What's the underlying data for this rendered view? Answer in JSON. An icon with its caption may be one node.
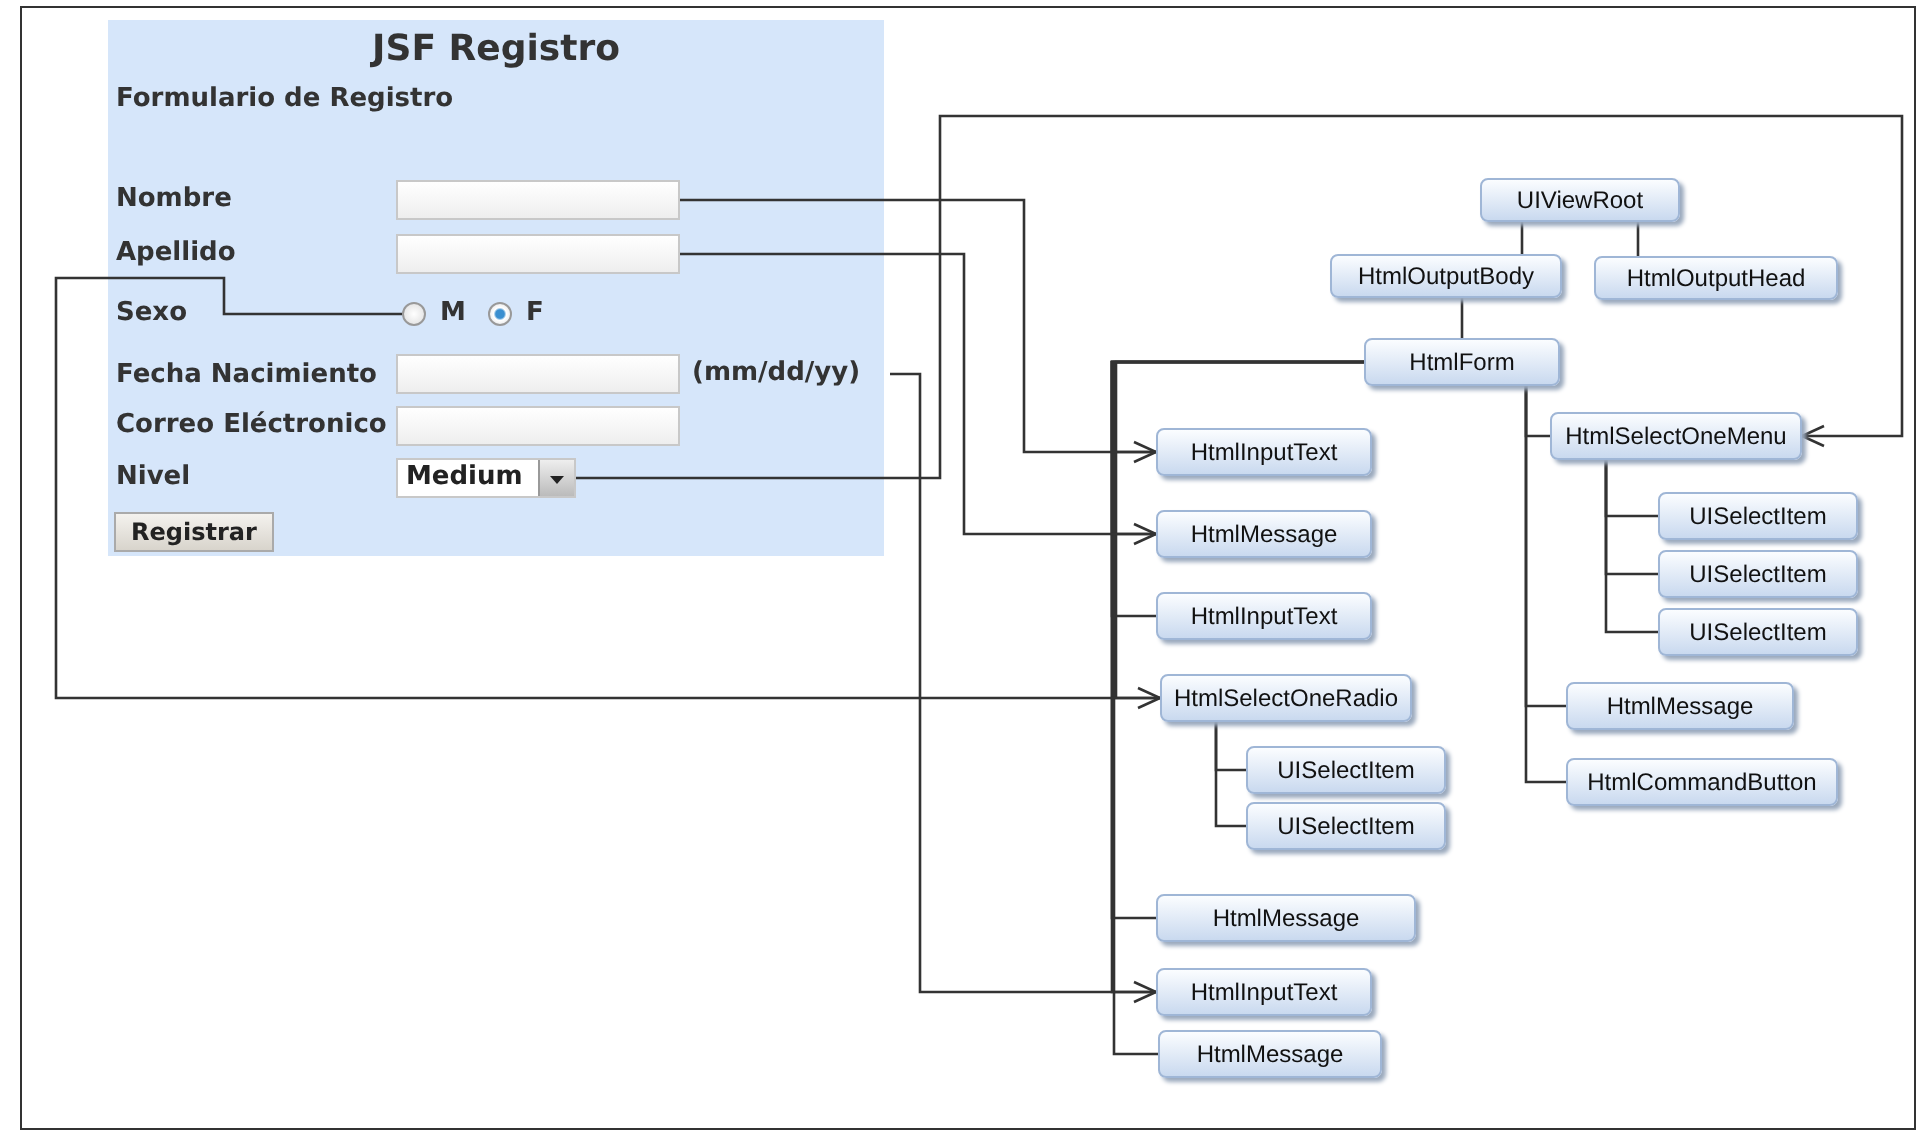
{
  "diagram": {
    "nodes": [
      {
        "text": [
          "JSF Registro",
          "Formulario de Registro"
        ]
      },
      {
        "text": [],
        "shape": "box",
        "in": 0
      },
      {
        "text": [],
        "shape": "box",
        "in": 0
      },
      {
        "text": [],
        "shape": "circle",
        "in": 0,
        "beside": [
          "M"
        ]
      },
      {
        "text": [],
        "shape": "circle",
        "in": 0,
        "beside": [
          "F"
        ]
      },
      {
        "text": [],
        "shape": "box",
        "in": 0
      },
      {
        "text": [
          "(mm/dd/yy)"
        ],
        "in": 0
      },
      {
        "text": [],
        "shape": "box",
        "in": 0
      },
      {
        "text": [
          "Medium"
        ],
        "in": 0
      },
      {
        "text": [
          "Registrar"
        ],
        "in": 0
      },
      {
        "text": [
          "UIViewRoot"
        ]
      },
      {
        "text": [
          "HtmlOutputBody"
        ]
      },
      {
        "text": [
          "HtmlOutputHead"
        ]
      },
      {
        "text": [
          "HtmlForm"
        ]
      },
      {
        "text": [
          "HtmlInputText"
        ]
      },
      {
        "text": [
          "HtmlMessage"
        ]
      },
      {
        "text": [
          "HtmlInputText"
        ]
      },
      {
        "text": [
          "HtmlSelectOneRadio"
        ]
      },
      {
        "text": [
          "UISelectItem"
        ]
      },
      {
        "text": [
          "UISelectItem"
        ]
      },
      {
        "text": [
          "HtmlMessage"
        ]
      },
      {
        "text": [
          "HtmlInputText"
        ]
      },
      {
        "text": [
          "HtmlMessage"
        ]
      },
      {
        "text": [
          "HtmlSelectOneMenu"
        ]
      },
      {
        "text": [
          "UISelectItem"
        ]
      },
      {
        "text": [
          "UISelectItem"
        ]
      },
      {
        "text": [
          "UISelectItem"
        ]
      },
      {
        "text": [
          "HtmlMessage"
        ]
      },
      {
        "text": [
          "HtmlCommandButton"
        ]
      }
    ],
    "edges": [
      {
        "from": 10,
        "to": 11,
        "arrow": "none"
      },
      {
        "from": 10,
        "to": 12,
        "arrow": "none"
      },
      {
        "from": 11,
        "to": 13,
        "arrow": "none"
      },
      {
        "from": 13,
        "to": 14,
        "arrow": "none"
      },
      {
        "from": 13,
        "to": 15,
        "arrow": "none"
      },
      {
        "from": 13,
        "to": 16,
        "arrow": "none"
      },
      {
        "from": 13,
        "to": 17,
        "arrow": "none"
      },
      {
        "from": 17,
        "to": 18,
        "arrow": "none"
      },
      {
        "from": 17,
        "to": 19,
        "arrow": "none"
      },
      {
        "from": 13,
        "to": 20,
        "arrow": "none"
      },
      {
        "from": 13,
        "to": 21,
        "arrow": "none"
      },
      {
        "from": 13,
        "to": 22,
        "arrow": "none"
      },
      {
        "from": 13,
        "to": 23,
        "arrow": "none"
      },
      {
        "from": 23,
        "to": 24,
        "arrow": "none"
      },
      {
        "from": 23,
        "to": 25,
        "arrow": "none"
      },
      {
        "from": 23,
        "to": 26,
        "arrow": "none"
      },
      {
        "from": 13,
        "to": 27,
        "arrow": "none"
      },
      {
        "from": 13,
        "to": 28,
        "arrow": "none"
      },
      {
        "from": 1,
        "to": 14,
        "arrow": "to"
      },
      {
        "from": 2,
        "to": 15,
        "arrow": "to"
      },
      {
        "from": 3,
        "to": 17,
        "arrow": "to"
      },
      {
        "from": 6,
        "to": 21,
        "arrow": "to"
      },
      {
        "from": 8,
        "to": 23,
        "arrow": "to"
      }
    ],
    "labels": [
      "Nombre",
      "Apellido",
      "Sexo",
      "Fecha Nacimiento",
      "Correo Eléctronico",
      "Nivel"
    ]
  }
}
